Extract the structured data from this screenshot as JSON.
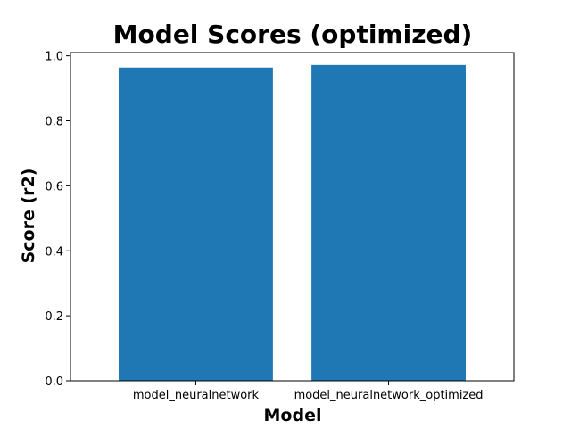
{
  "chart_data": {
    "type": "bar",
    "title": "Model Scores (optimized)",
    "xlabel": "Model",
    "ylabel": "Score (r2)",
    "categories": [
      "model_neuralnetwork",
      "model_neuralnetwork_optimized"
    ],
    "values": [
      0.964,
      0.972
    ],
    "ylim": [
      0,
      1.01
    ],
    "yticks": [
      "0.0",
      "0.2",
      "0.4",
      "0.6",
      "0.8",
      "1.0"
    ],
    "grid": false,
    "bar_color": "#1f77b4"
  }
}
